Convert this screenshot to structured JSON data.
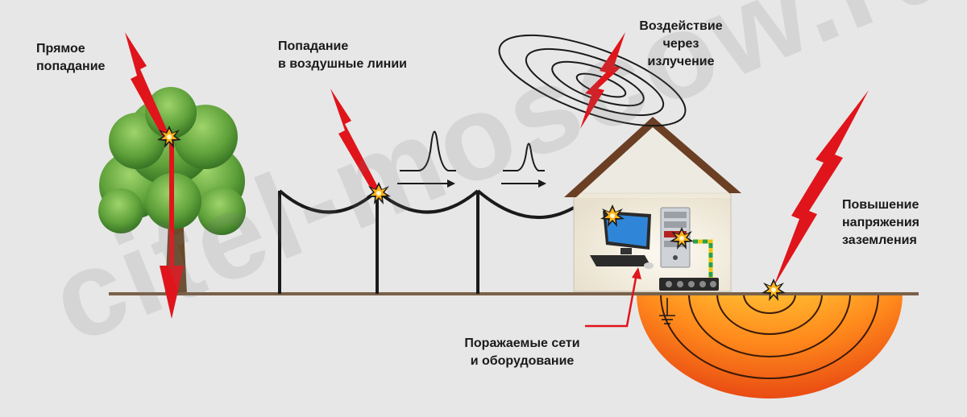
{
  "labels": {
    "direct_hit": [
      "Прямое",
      "попадание"
    ],
    "overhead_lines": [
      "Попадание",
      "в воздушные линии"
    ],
    "radiation": [
      "Воздействие",
      "через",
      "излучение"
    ],
    "ground_rise": [
      "Повышение",
      "напряжения",
      "заземления"
    ],
    "affected": [
      "Поражаемые сети",
      "и оборудование"
    ]
  },
  "watermark": "citel-moscow.ru",
  "colors": {
    "background": "#e7e7e7",
    "lightning": "#e0141b",
    "ground_line": "#7a6048",
    "roof": "#6b3f24",
    "wire": "#1a1a1a",
    "tree_foliage": "#5fa13a"
  },
  "icons": [
    "lightning-bolt-icon",
    "spark-icon",
    "computer-monitor-icon",
    "server-tower-icon",
    "power-strip-icon",
    "ground-symbol-icon"
  ]
}
